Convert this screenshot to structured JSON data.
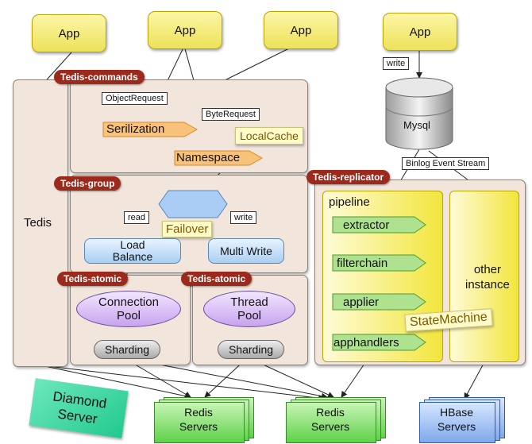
{
  "apps": [
    "App",
    "App",
    "App",
    "App"
  ],
  "tags": {
    "commands": "Tedis-commands",
    "group": "Tedis-group",
    "atomic_left": "Tedis-atomic",
    "atomic_right": "Tedis-atomic",
    "replicator": "Tedis-replicator"
  },
  "tedis_label": "Tedis",
  "notes": {
    "object_request": "ObjectRequest",
    "byte_request": "ByteRequest",
    "read": "read",
    "write_group": "write",
    "write_mysql": "write",
    "binlog": "Binlog Event Stream"
  },
  "commands": {
    "serialization": "Serilization",
    "namespace": "Namespace",
    "local_cache": "LocalCache"
  },
  "group": {
    "failover": "Failover",
    "load_balance_line1": "Load",
    "load_balance_line2": "Balance",
    "multi_write": "Multi Write"
  },
  "atomic": {
    "connection_pool_line1": "Connection",
    "connection_pool_line2": "Pool",
    "thread_pool_line1": "Thread",
    "thread_pool_line2": "Pool",
    "sharding_left": "Sharding",
    "sharding_right": "Sharding"
  },
  "mysql_label": "Mysql",
  "replicator": {
    "pipeline": "pipeline",
    "stages": [
      "extractor",
      "filterchain",
      "applier",
      "apphandlers"
    ],
    "state_machine": "StateMachine",
    "other_line1": "other",
    "other_line2": "instance"
  },
  "servers": {
    "diamond_line1": "Diamond",
    "diamond_line2": "Server",
    "redis1_line1": "Redis",
    "redis1_line2": "Servers",
    "redis2_line1": "Redis",
    "redis2_line2": "Servers",
    "hbase_line1": "HBase",
    "hbase_line2": "Servers"
  },
  "colors": {
    "tag_red": "#9b2a1c",
    "app_yellow": "#f2e74f",
    "panel_beige": "#f2e6dc",
    "orange_arrow": "#f5b04a",
    "green_arrow": "#9cd67a",
    "server_green": "#5ed14a",
    "server_blue": "#7fa8ea",
    "diamond_teal": "#3fd6a0"
  }
}
